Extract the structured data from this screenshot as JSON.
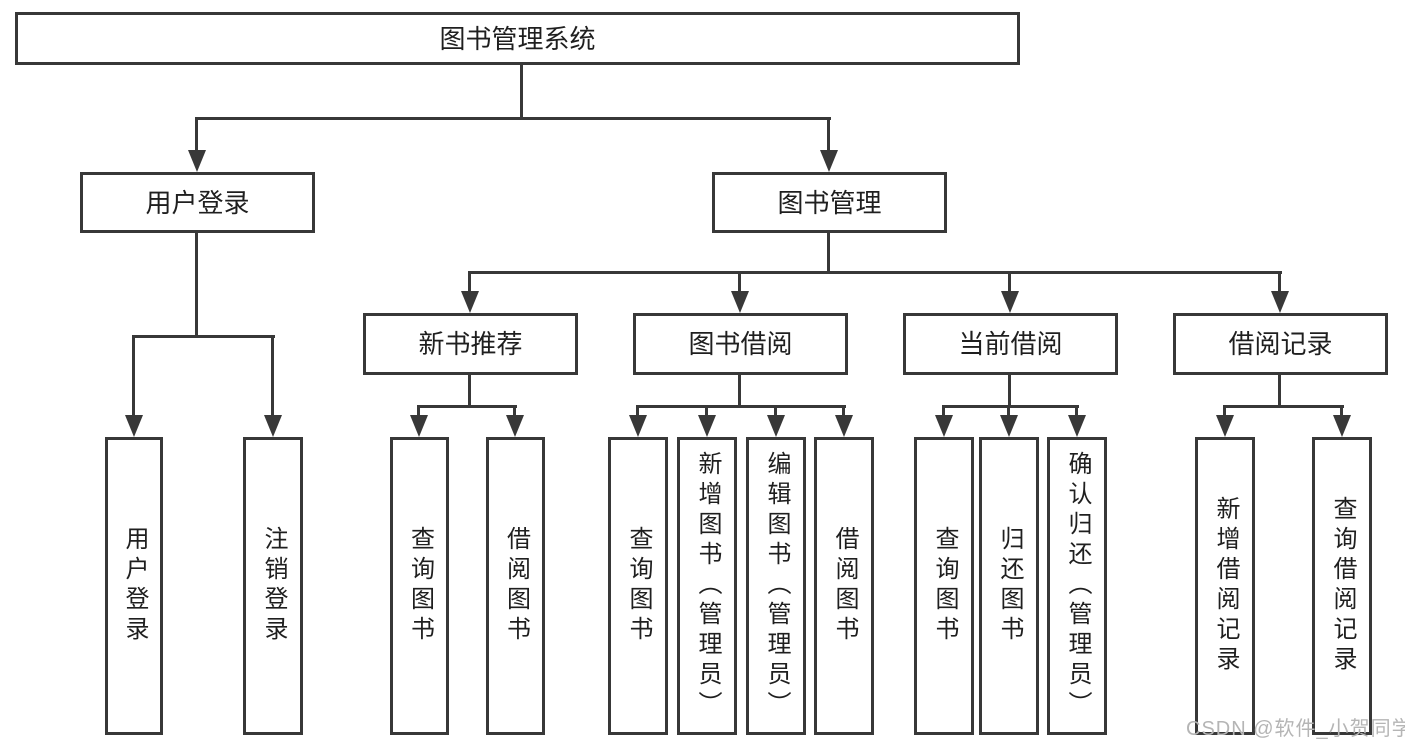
{
  "diagram": {
    "root": "图书管理系统",
    "branches": [
      {
        "label": "用户登录",
        "leaves": [
          "用户登录",
          "注销登录"
        ]
      },
      {
        "label": "图书管理",
        "sections": [
          {
            "label": "新书推荐",
            "leaves": [
              "查询图书",
              "借阅图书"
            ]
          },
          {
            "label": "图书借阅",
            "leaves": [
              "查询图书",
              "新增图书（管理员）",
              "编辑图书（管理员）",
              "借阅图书"
            ]
          },
          {
            "label": "当前借阅",
            "leaves": [
              "查询图书",
              "归还图书",
              "确认归还（管理员）"
            ]
          },
          {
            "label": "借阅记录",
            "leaves": [
              "新增借阅记录",
              "查询借阅记录"
            ]
          }
        ]
      }
    ],
    "watermark": "CSDN @软件_小贺同学",
    "colors": {
      "line": "#383838",
      "text": "#1f1f1f",
      "watermark": "#b5b5b5",
      "background": "#ffffff"
    }
  }
}
